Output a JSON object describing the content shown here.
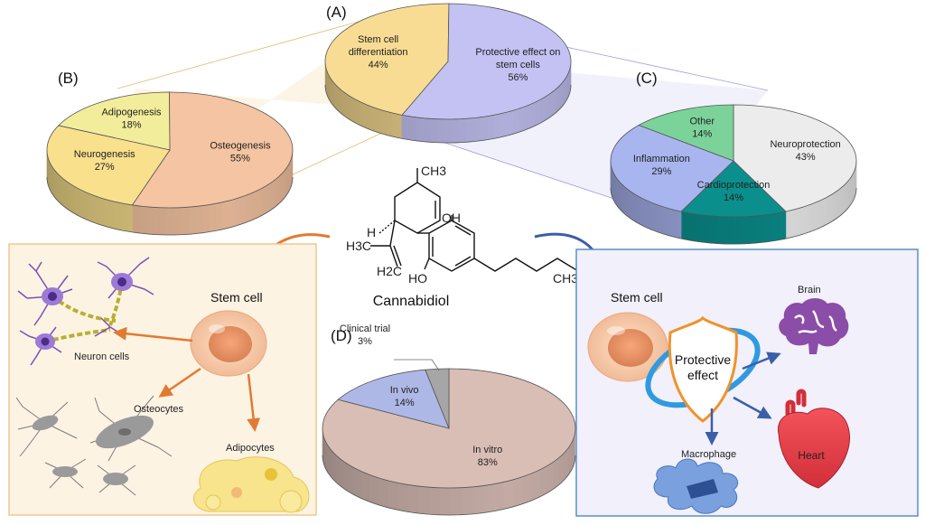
{
  "panel_labels": {
    "a": "(A)",
    "b": "(B)",
    "c": "(C)",
    "d": "(D)"
  },
  "chart_data": [
    {
      "type": "pie",
      "panel": "(A)",
      "slices": [
        {
          "name": "Stem cell differentiation",
          "lines": [
            "Stem cell",
            "differentiation"
          ],
          "value": 44,
          "pct": "44%",
          "color": "#f9dc93"
        },
        {
          "name": "Protective effect on stem cells",
          "lines": [
            "Protective effect on",
            "stem cells"
          ],
          "value": 56,
          "pct": "56%",
          "color": "#c3c2f3"
        }
      ]
    },
    {
      "type": "pie",
      "panel": "(B)",
      "slices": [
        {
          "name": "Adipogenesis",
          "lines": [
            "Adipogenesis"
          ],
          "value": 18,
          "pct": "18%",
          "color": "#f2ed9b"
        },
        {
          "name": "Osteogenesis",
          "lines": [
            "Osteogenesis"
          ],
          "value": 55,
          "pct": "55%",
          "color": "#f5c4a2"
        },
        {
          "name": "Neurogenesis",
          "lines": [
            "Neurogenesis"
          ],
          "value": 27,
          "pct": "27%",
          "color": "#f9e08d"
        }
      ]
    },
    {
      "type": "pie",
      "panel": "(C)",
      "slices": [
        {
          "name": "Neuroprotection",
          "lines": [
            "Neuroprotection"
          ],
          "value": 43,
          "pct": "43%",
          "color": "#ececec"
        },
        {
          "name": "Cardioprotection",
          "lines": [
            "Cardioprotection"
          ],
          "value": 14,
          "pct": "14%",
          "color": "#0b8f8d"
        },
        {
          "name": "Inflammation",
          "lines": [
            "Inflammation"
          ],
          "value": 29,
          "pct": "29%",
          "color": "#a9b5ef"
        },
        {
          "name": "Other",
          "lines": [
            "Other"
          ],
          "value": 14,
          "pct": "14%",
          "color": "#7bd39a"
        }
      ]
    },
    {
      "type": "pie",
      "panel": "(D)",
      "slices": [
        {
          "name": "In vitro",
          "lines": [
            "In vitro"
          ],
          "value": 83,
          "pct": "83%",
          "color": "#d9beb6"
        },
        {
          "name": "In vivo",
          "lines": [
            "In vivo"
          ],
          "value": 14,
          "pct": "14%",
          "color": "#aeb8e6"
        },
        {
          "name": "Clinical trial",
          "lines": [
            "Clinical trial"
          ],
          "value": 3,
          "pct": "3%",
          "color": "#a6a6a6"
        }
      ]
    }
  ],
  "molecule": {
    "name": "Cannabidiol",
    "groups": {
      "methyl": "CH3",
      "hydroxyl_top": "OH",
      "hydroxyl_bottom": "HO",
      "isopropenyl_methyl": "H3C",
      "methylene": "H2C",
      "pentyl_end": "CH3",
      "hydrogen_1": "H",
      "hydrogen_2": "H"
    }
  },
  "left_panel": {
    "stem_cell": "Stem cell",
    "neuron_cells": "Neuron cells",
    "osteocytes": "Osteocytes",
    "adipocytes": "Adipocytes",
    "bg_color": "#fdf3e3",
    "border_color": "#f0c88c"
  },
  "right_panel": {
    "stem_cell": "Stem cell",
    "protective_effect": "Protective effect",
    "brain": "Brain",
    "heart": "Heart",
    "macrophage": "Macrophage",
    "bg_color": "#f1f0fb",
    "border_color": "#5a8fc9"
  }
}
